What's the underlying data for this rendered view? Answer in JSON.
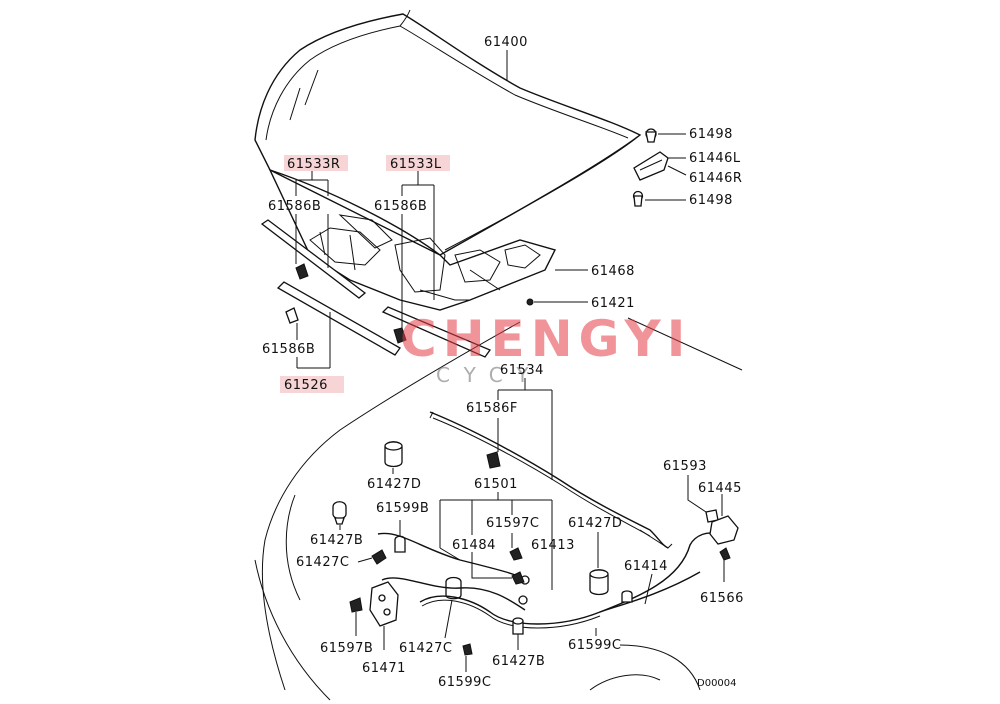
{
  "labels": {
    "p61400": "61400",
    "p61498_a": "61498",
    "p61446L": "61446L",
    "p61446R": "61446R",
    "p61498_b": "61498",
    "p61533R": "61533R",
    "p61533L": "61533L",
    "p61586B_a": "61586B",
    "p61586B_b": "61586B",
    "p61468": "61468",
    "p61421": "61421",
    "p61586B_c": "61586B",
    "p61526": "61526",
    "p61534": "61534",
    "p61586F": "61586F",
    "p61427D_a": "61427D",
    "p61501": "61501",
    "p61593": "61593",
    "p61445": "61445",
    "p61599B": "61599B",
    "p61597C": "61597C",
    "p61427D_b": "61427D",
    "p61427B_a": "61427B",
    "p61484": "61484",
    "p61413": "61413",
    "p61427C_a": "61427C",
    "p61414": "61414",
    "p61566": "61566",
    "p61597B": "61597B",
    "p61427C_b": "61427C",
    "p61599C_a": "61599C",
    "p61471": "61471",
    "p61427B_b": "61427B",
    "p61599C_b": "61599C"
  },
  "diagram_code": "D00004",
  "watermark": {
    "main": "CHENGYI",
    "sub": "CYCY"
  },
  "colors": {
    "highlight": "#f7d4d6",
    "watermark": "#e63c46",
    "line": "#111111"
  }
}
